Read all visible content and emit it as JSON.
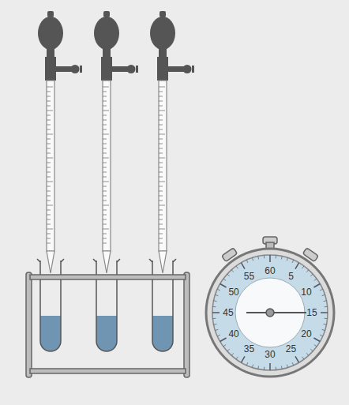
{
  "diagram": {
    "labels": [
      "60",
      "5",
      "10",
      "15",
      "20",
      "25",
      "30",
      "35",
      "40",
      "45",
      "50",
      "55"
    ]
  }
}
